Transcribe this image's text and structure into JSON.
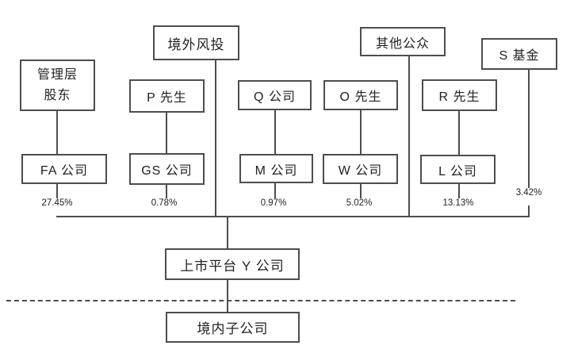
{
  "diagram": {
    "type": "equity-structure-chart",
    "colors": {
      "line": "#4d4d4d",
      "text": "#222222",
      "background": "#ffffff"
    }
  },
  "nodes": {
    "overseas_vc": {
      "label": "境外风投"
    },
    "other_public": {
      "label": "其他公众"
    },
    "s_fund": {
      "label": "S 基金"
    },
    "management": {
      "label": "管理层\n股东"
    },
    "mr_p": {
      "label": "P 先生"
    },
    "q_co": {
      "label": "Q 公司"
    },
    "mr_o": {
      "label": "O 先生"
    },
    "mr_r": {
      "label": "R 先生"
    },
    "fa_co": {
      "label": "FA 公司"
    },
    "gs_co": {
      "label": "GS 公司"
    },
    "m_co": {
      "label": "M 公司"
    },
    "w_co": {
      "label": "W 公司"
    },
    "l_co": {
      "label": "L 公司"
    },
    "listed_platform": {
      "label": "上市平台 Y 公司"
    },
    "domestic_subsidiary": {
      "label": "境内子公司"
    }
  },
  "percentages": {
    "fa": "27.45%",
    "gs": "0.78%",
    "m": "0.97%",
    "w": "5.02%",
    "l": "13.13%",
    "s_fund": "3.42%"
  }
}
